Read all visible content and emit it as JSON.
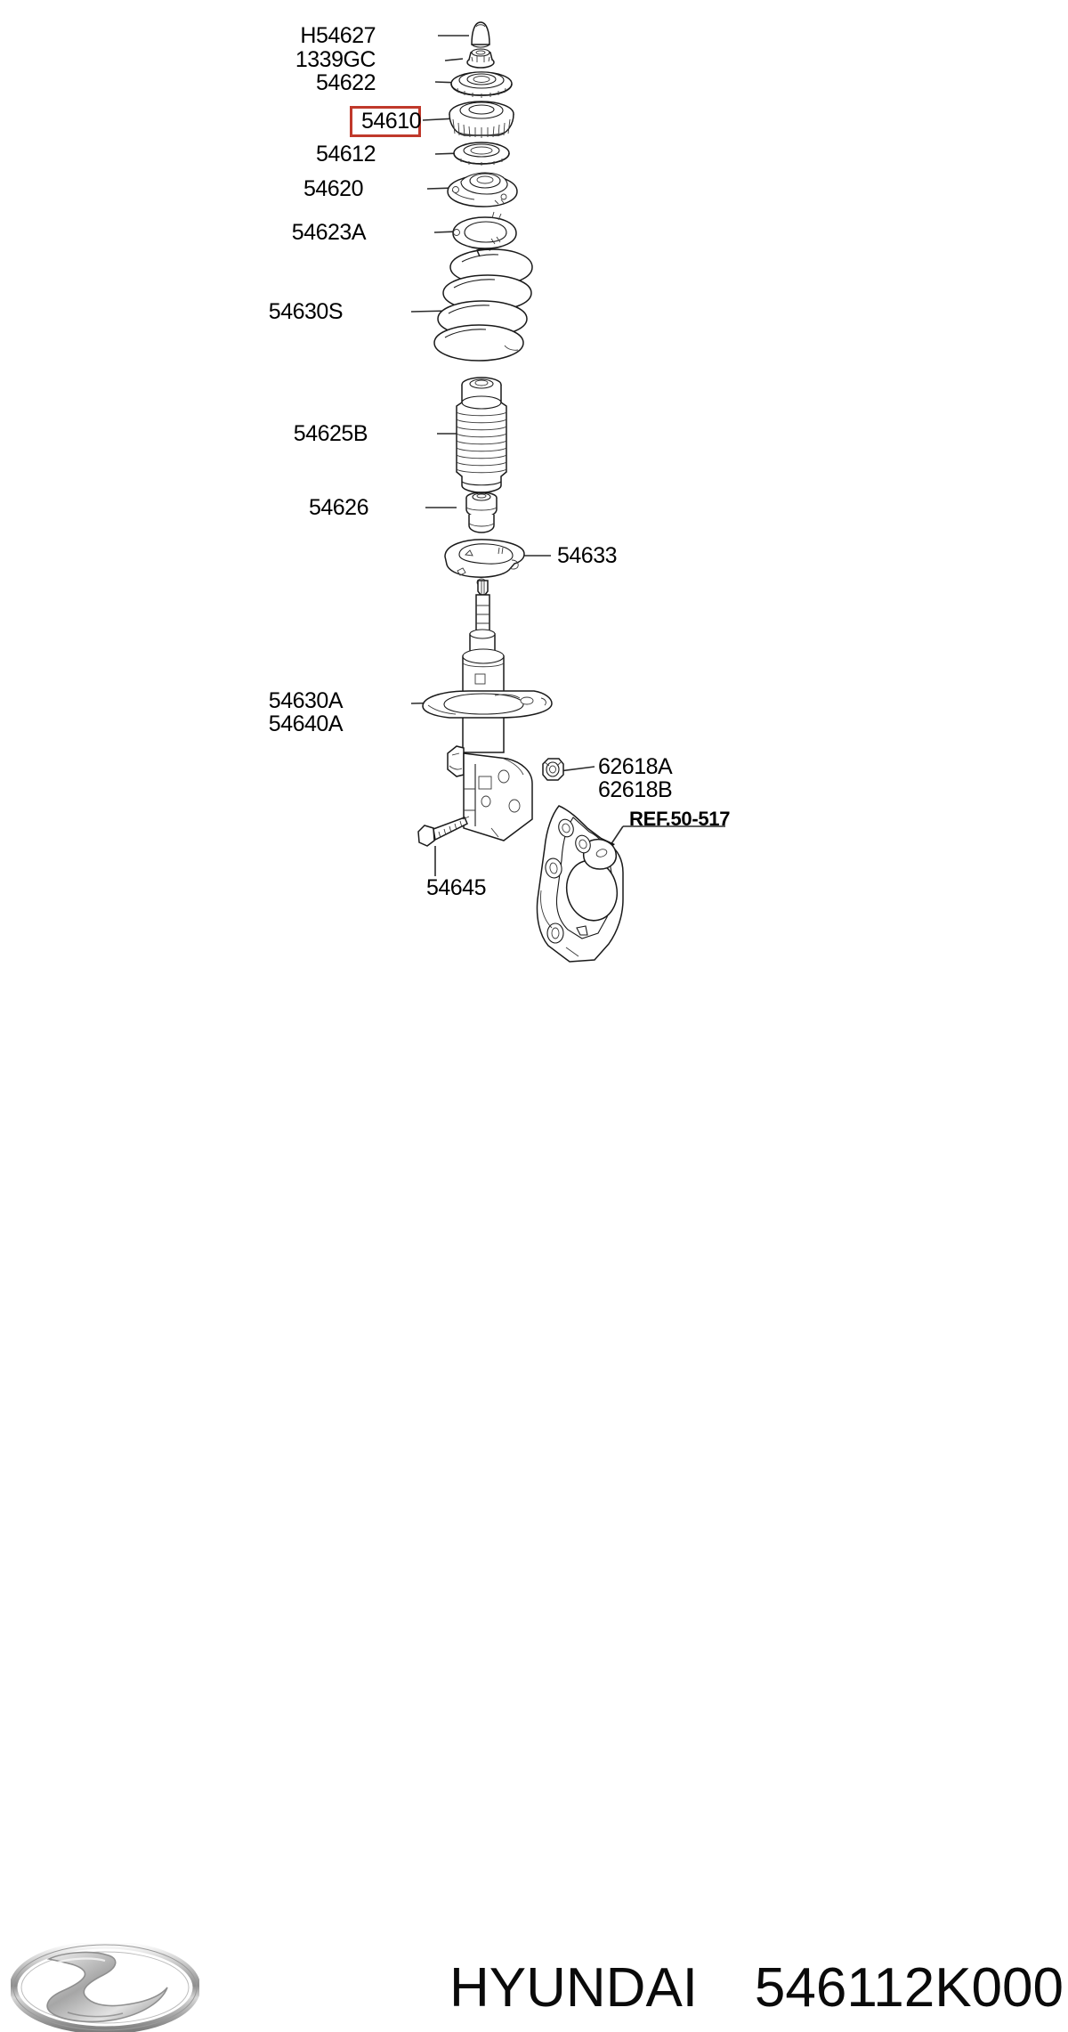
{
  "diagram": {
    "title": "Front strut assembly exploded view",
    "highlight_color": "#c0392b",
    "parts": [
      {
        "id": "p1",
        "label": "H54627",
        "name": "strut-cap-nut-cover",
        "highlighted": false
      },
      {
        "id": "p2",
        "label": "1339GC",
        "name": "strut-rod-nut",
        "highlighted": false
      },
      {
        "id": "p3",
        "label": "54622",
        "name": "strut-bearing",
        "highlighted": false
      },
      {
        "id": "p4",
        "label": "54610",
        "name": "strut-mount-insulator",
        "highlighted": true
      },
      {
        "id": "p5",
        "label": "54612",
        "name": "upper-spring-pad",
        "highlighted": false
      },
      {
        "id": "p6",
        "label": "54620",
        "name": "upper-spring-seat",
        "highlighted": false
      },
      {
        "id": "p7",
        "label": "54623A",
        "name": "spring-seat-retainer",
        "highlighted": false
      },
      {
        "id": "p8",
        "label": "54630S",
        "name": "coil-spring",
        "highlighted": false
      },
      {
        "id": "p9",
        "label": "54625B",
        "name": "dust-cover-bellows",
        "highlighted": false
      },
      {
        "id": "p10",
        "label": "54626",
        "name": "bump-stopper",
        "highlighted": false
      },
      {
        "id": "p11",
        "label": "54633",
        "name": "lower-spring-pad-bracket",
        "highlighted": false
      },
      {
        "id": "p12",
        "label": "54630A",
        "name": "front-strut-assembly-lh",
        "highlighted": false
      },
      {
        "id": "p13",
        "label": "54640A",
        "name": "front-strut-assembly-rh",
        "highlighted": false
      },
      {
        "id": "p14",
        "label": "62618A",
        "name": "knuckle-nut-a",
        "highlighted": false
      },
      {
        "id": "p15",
        "label": "62618B",
        "name": "knuckle-nut-b",
        "highlighted": false
      },
      {
        "id": "p16",
        "label": "54645",
        "name": "strut-knuckle-bolt",
        "highlighted": false
      },
      {
        "id": "p17",
        "label": "REF.50-517",
        "name": "steering-knuckle-reference",
        "highlighted": false
      }
    ]
  },
  "footer": {
    "brand": "HYUNDAI",
    "part_number": "546112K000",
    "logo_alt": "hyundai-logo"
  }
}
